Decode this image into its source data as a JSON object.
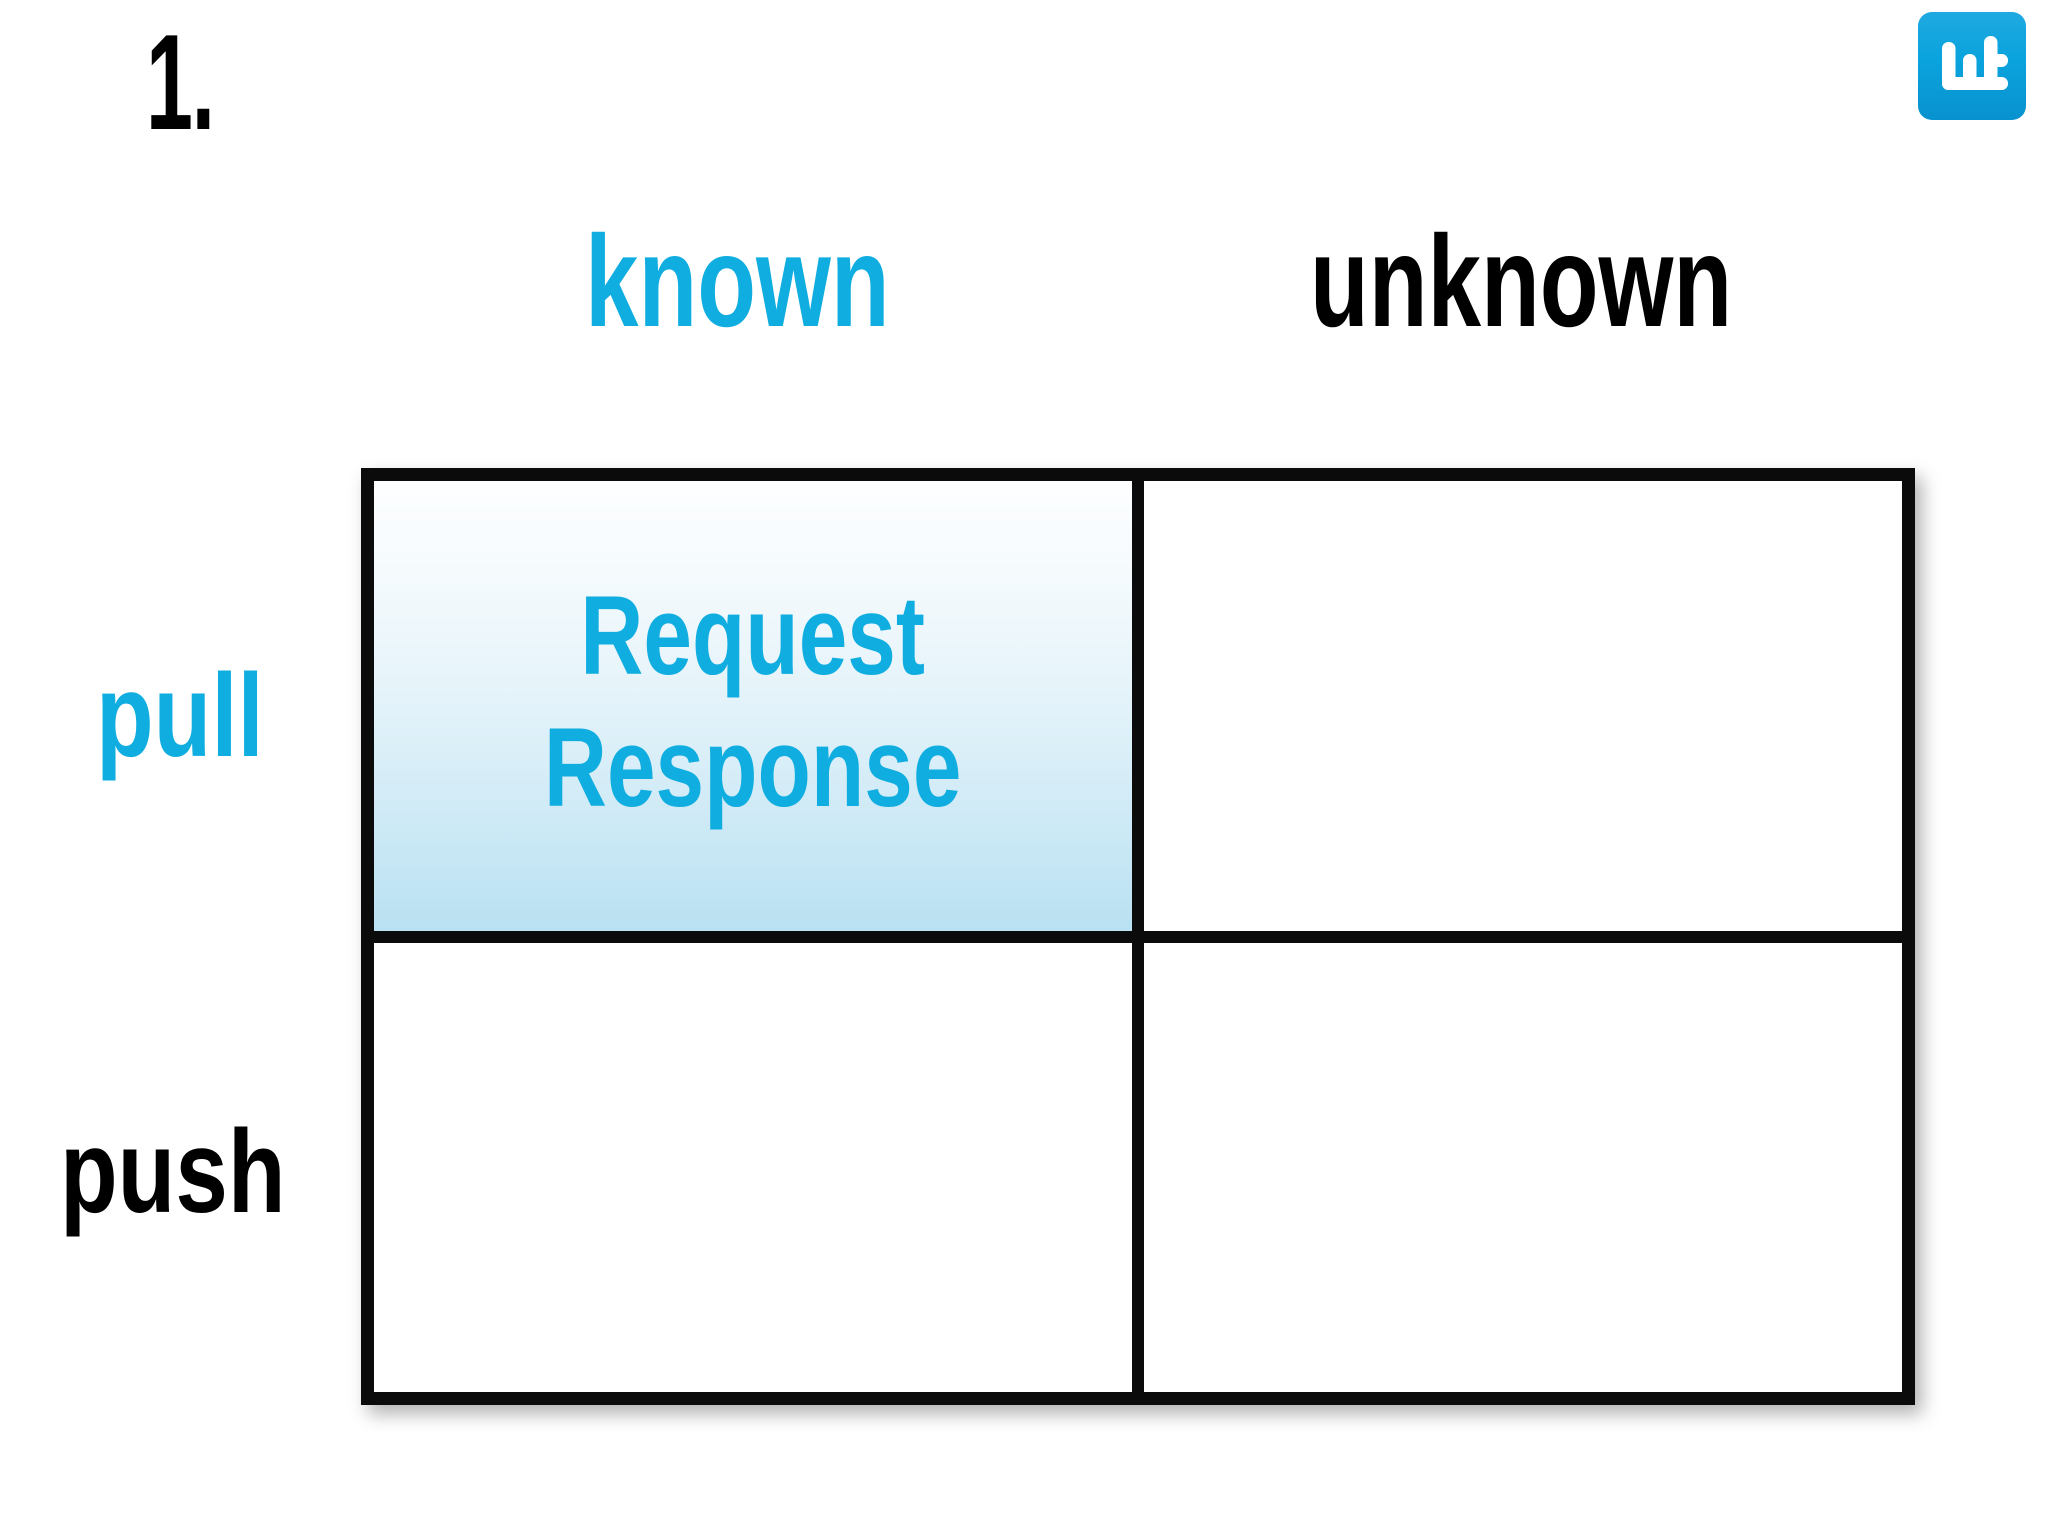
{
  "slide": {
    "number_label": "1."
  },
  "brand": {
    "logo_name": "wt-logo",
    "logo_text": "wt",
    "logo_color": "#0FADE0"
  },
  "colors": {
    "accent_blue": "#0FADE0",
    "black": "#000000",
    "cell_fill_top": "#FDFEFF",
    "cell_fill_bottom": "#B9E1F2",
    "border": "#0B0B0B",
    "background": "#FFFFFF"
  },
  "matrix": {
    "column_headers": [
      {
        "label": "known",
        "color": "#0FADE0"
      },
      {
        "label": "unknown",
        "color": "#000000"
      }
    ],
    "row_headers": [
      {
        "label": "pull",
        "color": "#0FADE0"
      },
      {
        "label": "push",
        "color": "#000000"
      }
    ],
    "cells": [
      {
        "row": "pull",
        "column": "known",
        "label": "Request\nResponse",
        "filled": true,
        "text_color": "#0FADE0"
      },
      {
        "row": "pull",
        "column": "unknown",
        "label": "",
        "filled": false,
        "text_color": "#0FADE0"
      },
      {
        "row": "push",
        "column": "known",
        "label": "",
        "filled": false,
        "text_color": "#0FADE0"
      },
      {
        "row": "push",
        "column": "unknown",
        "label": "",
        "filled": false,
        "text_color": "#0FADE0"
      }
    ]
  }
}
